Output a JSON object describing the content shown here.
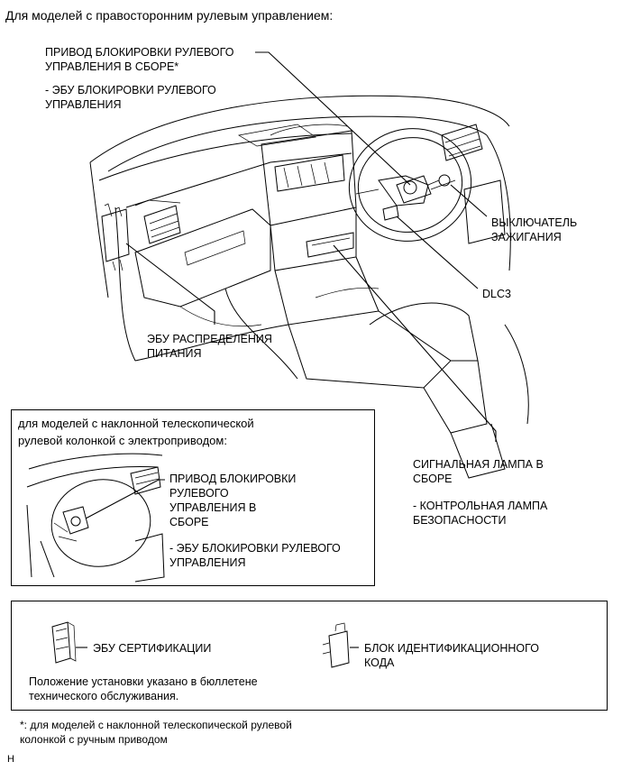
{
  "header": {
    "title": "Для моделей с правосторонним рулевым управлением:"
  },
  "main_labels": {
    "steering_lock_line1": "ПРИВОД БЛОКИРОВКИ РУЛЕВОГО",
    "steering_lock_line2": "УПРАВЛЕНИЯ В СБОРЕ*",
    "steering_ecu_line1": "- ЭБУ БЛОКИРОВКИ РУЛЕВОГО",
    "steering_ecu_line2": "УПРАВЛЕНИЯ",
    "ignition_line1": "ВЫКЛЮЧАТЕЛЬ",
    "ignition_line2": "ЗАЖИГАНИЯ",
    "dlc3": "DLC3",
    "power_ecu_line1": "ЭБУ РАСПРЕДЕЛЕНИЯ",
    "power_ecu_line2": "ПИТАНИЯ",
    "signal_lamp_line1": "СИГНАЛЬНАЯ ЛАМПА В",
    "signal_lamp_line2": "СБОРЕ",
    "security_lamp_line1": "- КОНТРОЛЬНАЯ ЛАМПА",
    "security_lamp_line2": "БЕЗОПАСНОСТИ"
  },
  "inset": {
    "heading_line1": "для моделей с наклонной телескопической",
    "heading_line2": "рулевой колонкой с электроприводом:",
    "lock_line1": "ПРИВОД БЛОКИРОВКИ",
    "lock_line2": "РУЛЕВОГО",
    "lock_line3": "УПРАВЛЕНИЯ В",
    "lock_line4": "СБОРЕ",
    "ecu_line1": "- ЭБУ БЛОКИРОВКИ РУЛЕВОГО",
    "ecu_line2": "УПРАВЛЕНИЯ"
  },
  "legend": {
    "cert_ecu": "ЭБУ СЕРТИФИКАЦИИ",
    "id_code_line1": "БЛОК ИДЕНТИФИКАЦИОННОГО",
    "id_code_line2": "КОДА",
    "note_line1": "Положение установки указано в бюллетене",
    "note_line2": "технического обслуживания."
  },
  "footnote": {
    "line1": "*: для моделей с наклонной телескопической рулевой",
    "line2": "колонкой с ручным приводом"
  },
  "corner_mark": "H"
}
